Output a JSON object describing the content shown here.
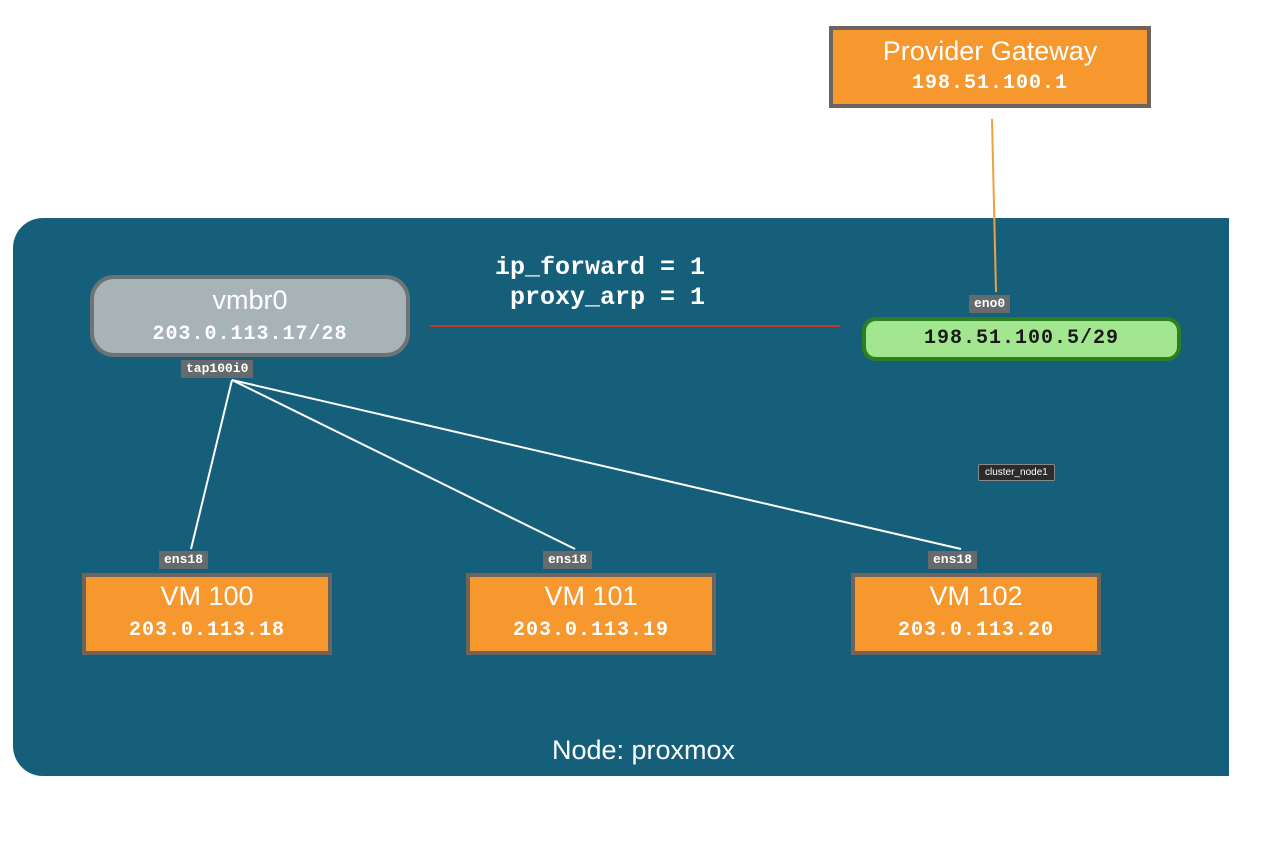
{
  "gateway": {
    "title": "Provider Gateway",
    "address": "198.51.100.1"
  },
  "bridge": {
    "title": "vmbr0",
    "address": "203.0.113.17/28",
    "tap_label": "tap100i0"
  },
  "uplink": {
    "interface": "eno0",
    "address": "198.51.100.5/29"
  },
  "sysctl": {
    "line1": "ip_forward = 1",
    "line2": " proxy_arp = 1"
  },
  "vms": [
    {
      "title": "VM 100",
      "address": "203.0.113.18",
      "interface": "ens18"
    },
    {
      "title": "VM 101",
      "address": "203.0.113.19",
      "interface": "ens18"
    },
    {
      "title": "VM 102",
      "address": "203.0.113.20",
      "interface": "ens18"
    }
  ],
  "node": {
    "label": "Node: proxmox"
  },
  "tooltip": {
    "text": "cluster_node1"
  },
  "colors": {
    "node_bg": "#165f7a",
    "box_orange": "#f7982f",
    "uplink_green": "#a2e68f",
    "bridge_grey": "#a7b3b7",
    "route_line": "#c0392b",
    "gateway_link": "#f0a040"
  }
}
